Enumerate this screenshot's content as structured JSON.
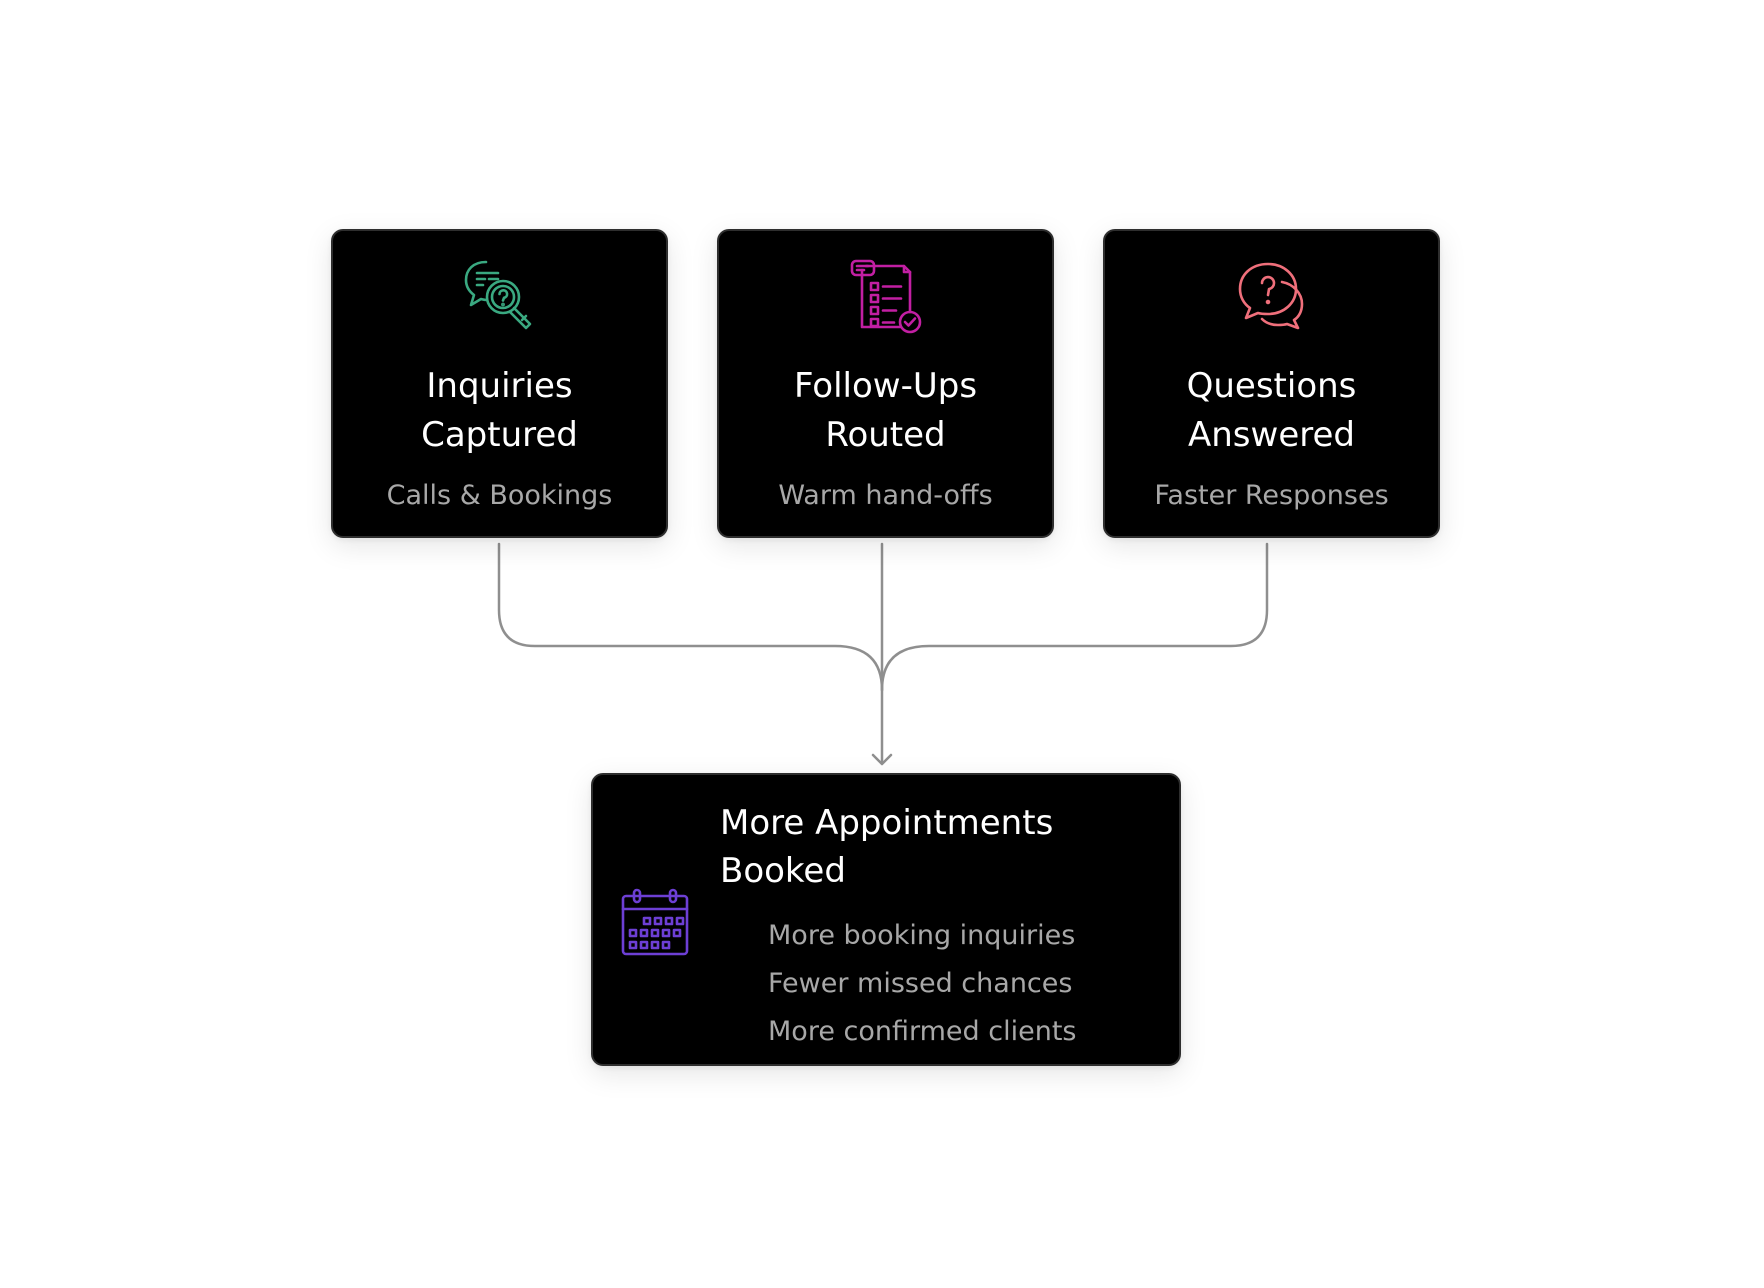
{
  "sources": [
    {
      "title": "Inquiries Captured",
      "subtitle": "Calls & Bookings",
      "icon": "chat-search-icon",
      "color": "#3aa981"
    },
    {
      "title": "Follow-Ups Routed",
      "subtitle": "Warm hand-offs",
      "icon": "checklist-document-icon",
      "color": "#c21fa3"
    },
    {
      "title": "Questions Answered",
      "subtitle": "Faster Responses",
      "icon": "question-chat-icon",
      "color": "#ef6f7b"
    }
  ],
  "result": {
    "title": "More Appointments Booked",
    "icon": "calendar-icon",
    "color": "#6d3fd4",
    "bullets": [
      "More booking inquiries",
      "Fewer missed chances",
      "More confirmed clients"
    ]
  },
  "connector_color": "#8f8f8f"
}
